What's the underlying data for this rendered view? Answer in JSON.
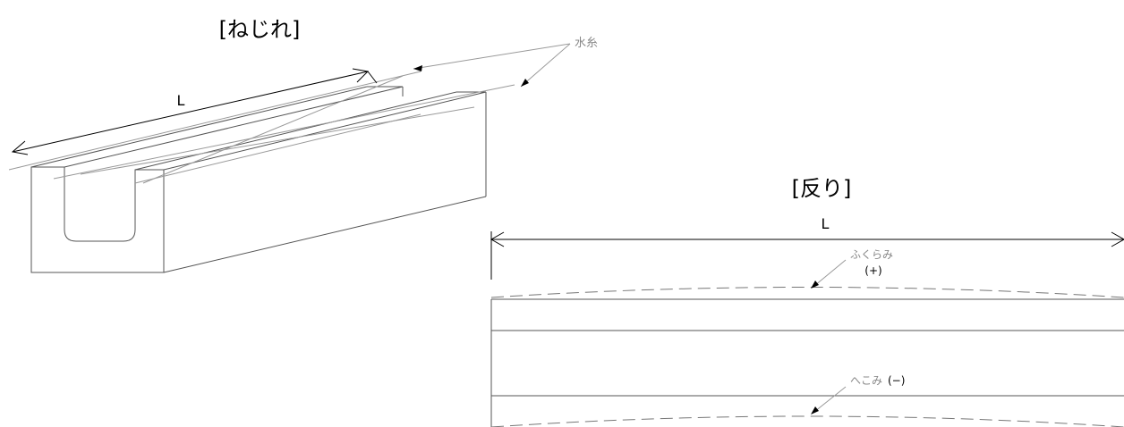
{
  "twist": {
    "title": "[ねじれ]",
    "length_label": "L",
    "string_label": "水糸"
  },
  "warp": {
    "title": "[反り]",
    "length_label": "L",
    "bulge_label": "ふくらみ",
    "bulge_sign": "(+)",
    "dent_label": "へこみ",
    "dent_sign": "(−)"
  }
}
